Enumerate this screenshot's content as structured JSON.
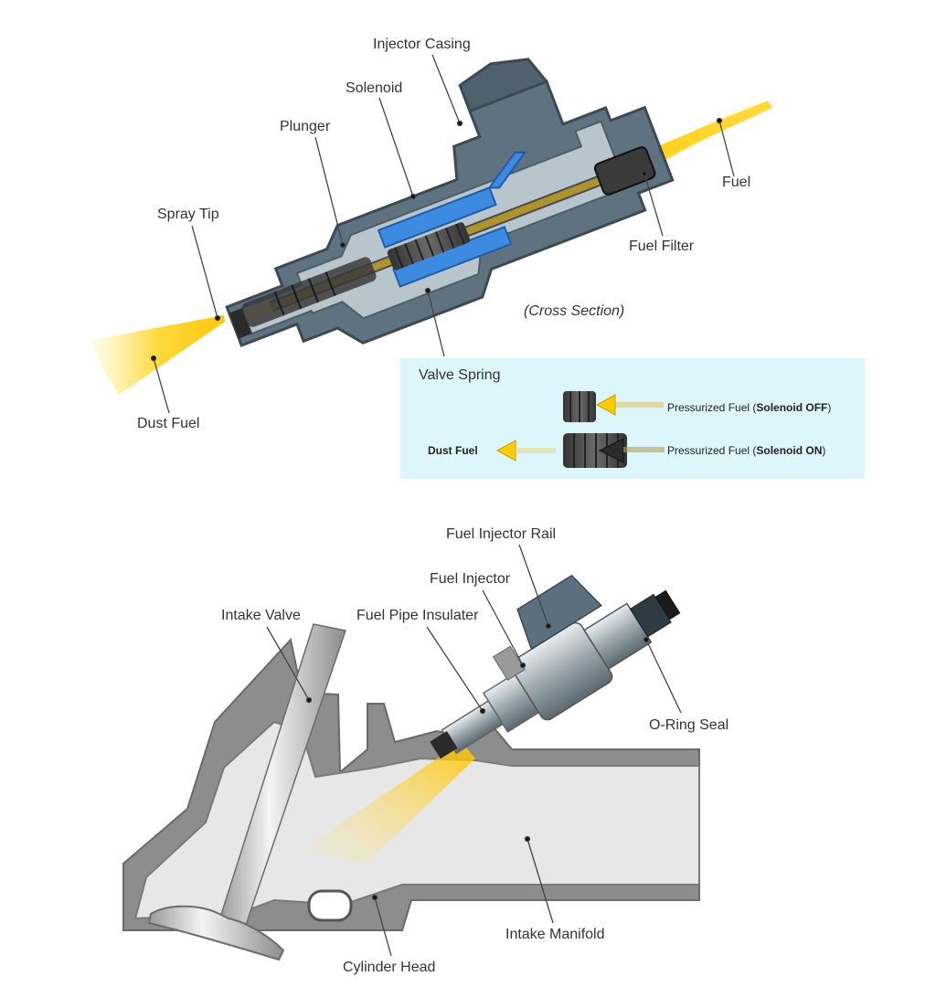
{
  "top": {
    "labels": {
      "injector_casing": "Injector Casing",
      "solenoid": "Solenoid",
      "plunger": "Plunger",
      "spray_tip": "Spray Tip",
      "fuel": "Fuel",
      "fuel_filter": "Fuel Filter",
      "cross_section": "(Cross Section)",
      "dust_fuel": "Dust Fuel"
    },
    "legend": {
      "title": "Valve Spring",
      "row_off_prefix": "Pressurized Fuel  (",
      "row_off_state": "Solenoid OFF",
      "row_off_suffix": ")",
      "row_on_prefix": "Pressurized Fuel  (",
      "row_on_state": "Solenoid ON",
      "row_on_suffix": ")",
      "row_on_out": "Dust Fuel"
    }
  },
  "bottom": {
    "labels": {
      "fuel_injector_rail": "Fuel Injector Rail",
      "fuel_injector": "Fuel Injector",
      "intake_valve": "Intake Valve",
      "fuel_pipe_insulater": "Fuel Pipe Insulater",
      "o_ring_seal": "O-Ring Seal",
      "intake_manifold": "Intake Manifold",
      "cylinder_head": "Cylinder Head"
    }
  },
  "colors": {
    "casing": "#5b6d78",
    "casing_light": "#b7c3ca",
    "solenoid_blue": "#2f7fd8",
    "spray_yellow": "#ffd21a",
    "legend_bg": "#ddf6fb",
    "head_gray": "#8a8a8a",
    "manifold_light": "#e6e6e6"
  }
}
